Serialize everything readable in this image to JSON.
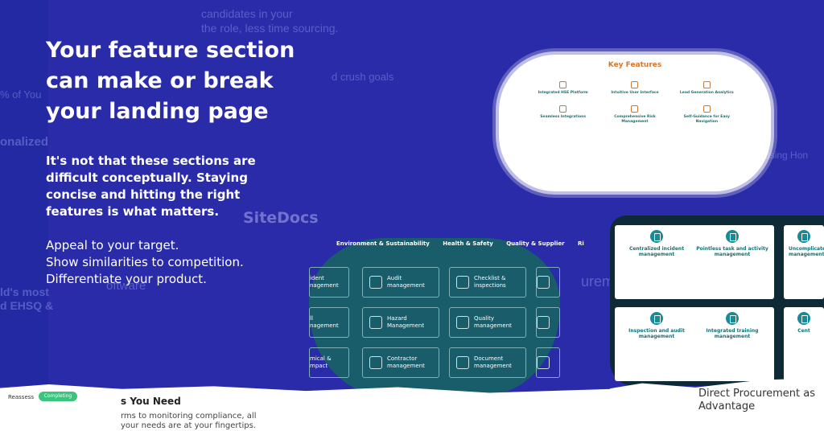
{
  "headline": "Your feature section can make or break your landing page",
  "body": "It's not that these sections are difficult conceptually. Staying concise and hitting the right features is what matters.",
  "tips": [
    "Appeal to your target.",
    "Show similarities to competition.",
    "Differentiate your product."
  ],
  "background": {
    "text1": "candidates in your",
    "text2": "the role, less time sourcing.",
    "text3": "d crush goals",
    "text4": "% of You",
    "text5": "onalized",
    "text6": "ld's most",
    "text7": "d EHSQ &",
    "text8": "oftware",
    "sitedocs": "SiteDocs",
    "procure_ghost": "ureme",
    "right_ghost": "ver using Hon"
  },
  "key_features": {
    "title": "Key Features",
    "items": [
      {
        "name": "Integrated HSE Platform"
      },
      {
        "name": "Intuitive User Interface"
      },
      {
        "name": "Lead Generation Analytics"
      },
      {
        "name": "Seamless Integrations"
      },
      {
        "name": "Comprehensive Risk Management"
      },
      {
        "name": "Self-Guidance for Easy Navigation"
      }
    ]
  },
  "tabs": [
    "Environment & Sustainability",
    "Health & Safety",
    "Quality & Supplier",
    "Ri"
  ],
  "tiles": [
    {
      "label": "ident\nnagement"
    },
    {
      "label": "Audit\nmanagement"
    },
    {
      "label": "Checklist &\ninspections"
    },
    {
      "label": "ll\nnagement"
    },
    {
      "label": "Hazard\nManagement"
    },
    {
      "label": "Quality\nmanagement"
    },
    {
      "label": "mical &\nmpact"
    },
    {
      "label": "Contractor\nmanagement"
    },
    {
      "label": "Document\nmanagement"
    }
  ],
  "cards": [
    {
      "name": "Centralized incident management"
    },
    {
      "name": "Pointless task and activity management"
    },
    {
      "name": "Uncomplicated management"
    },
    {
      "name": "Inspection and audit management"
    },
    {
      "name": "Integrated training management"
    },
    {
      "name": "Cent"
    }
  ],
  "bottom": {
    "reassess": "Reassess",
    "pill": "Completing",
    "needs": "s You Need",
    "needs_desc": "rms to monitoring compliance, all your needs are at your fingertips.",
    "procure1": "Direct Procurement as",
    "procure2": "Advantage"
  },
  "colors": {
    "background": "#2a2ba8",
    "teal": "#1a5d6a",
    "accent_orange": "#d07830",
    "pill_green": "#3ac47d"
  }
}
